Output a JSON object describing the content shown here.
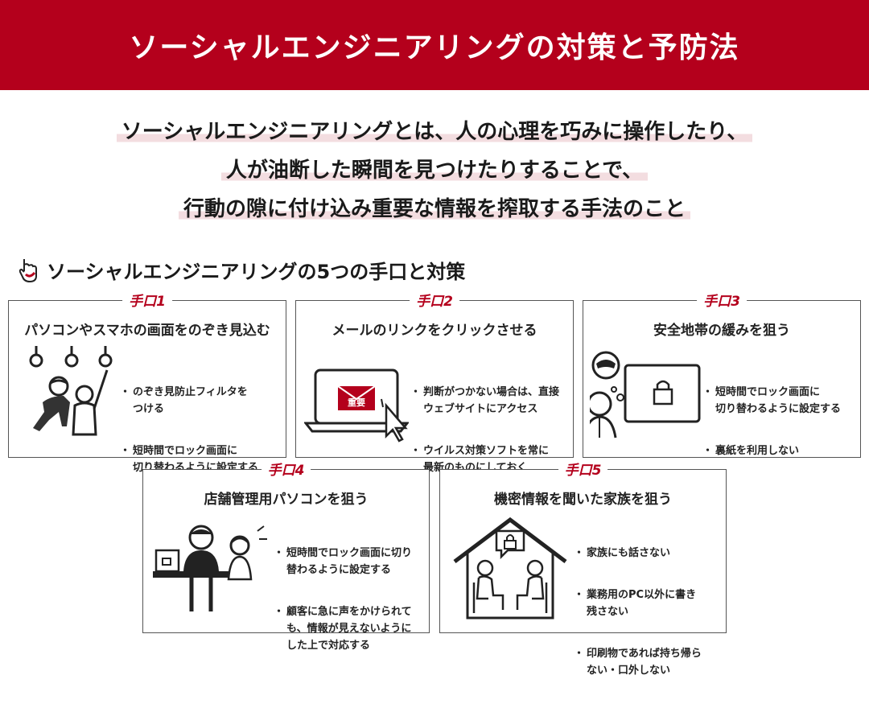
{
  "title": "ソーシャルエンジニアリングの対策と予防法",
  "intro": [
    "ソーシャルエンジニアリングとは、人の心理を巧みに操作したり、",
    "人が油断した瞬間を見つけたりすることで、",
    "行動の隙に付け込み重要な情報を搾取する手法のこと"
  ],
  "section": {
    "title": "ソーシャルエンジニアリングの5つの手口と対策",
    "icon": "pointing-hand-icon"
  },
  "cards": [
    {
      "tag": "手口1",
      "heading": "パソコンやスマホの画面をのぞき見込む",
      "bullets": [
        "のぞき見防止フィルタを\nつける",
        "短時間でロック画面に\n切り替わるように設定する"
      ],
      "illustration": "train-peeking-icon"
    },
    {
      "tag": "手口2",
      "heading": "メールのリンクをクリックさせる",
      "bullets": [
        "判断がつかない場合は、直接\nウェブサイトにアクセス",
        "ウイルス対策ソフトを常に\n最新のものにしておく"
      ],
      "illustration": "laptop-mail-icon",
      "badge": "重要"
    },
    {
      "tag": "手口3",
      "heading": "安全地帯の緩みを狙う",
      "bullets": [
        "短時間でロック画面に\n切り替わるように設定する",
        "裏紙を利用しない"
      ],
      "illustration": "locked-monitor-icon"
    },
    {
      "tag": "手口4",
      "heading": "店舗管理用パソコンを狙う",
      "bullets": [
        "短時間でロック画面に切り\n替わるように設定する",
        "顧客に急に声をかけられて\nも、情報が見えないように\nした上で対応する"
      ],
      "illustration": "store-counter-icon"
    },
    {
      "tag": "手口5",
      "heading": "機密情報を聞いた家族を狙う",
      "bullets": [
        "家族にも話さない",
        "業務用のPC以外に書き\n残さない",
        "印刷物であれば持ち帰ら\nない・口外しない"
      ],
      "illustration": "house-family-icon"
    }
  ],
  "colors": {
    "accent": "#b4001c",
    "highlight": "#f3dde0"
  }
}
